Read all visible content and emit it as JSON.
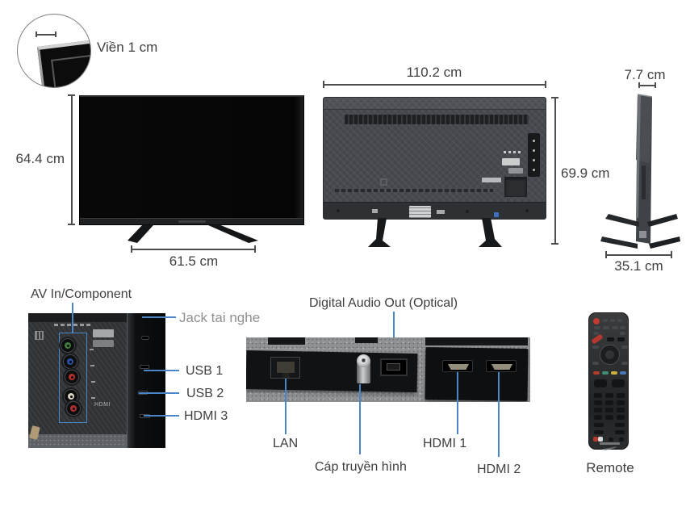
{
  "colors": {
    "leader_blue": "#4a86c8",
    "label_dark": "#3f3f3f",
    "label_gray": "#8f8f8f",
    "dimension_line": "#4d4d4d"
  },
  "corner_detail": {
    "label": "Viền 1 cm"
  },
  "front_view": {
    "height": "64.4 cm",
    "stand_width": "61.5 cm"
  },
  "back_view": {
    "width": "110.2 cm",
    "height": "69.9 cm"
  },
  "side_view": {
    "depth": "7.7 cm",
    "stand_depth": "35.1 cm"
  },
  "side_ports": {
    "av": "AV In/Component",
    "headphone": "Jack tai nghe",
    "usb1": "USB 1",
    "usb2": "USB 2",
    "hdmi3": "HDMI 3",
    "hdmi_print": "HDMI"
  },
  "bottom_ports": {
    "optical": "Digital Audio Out (Optical)",
    "lan": "LAN",
    "antenna": "Cáp truyền hình",
    "hdmi1": "HDMI 1",
    "hdmi2": "HDMI 2"
  },
  "remote": {
    "label": "Remote"
  }
}
